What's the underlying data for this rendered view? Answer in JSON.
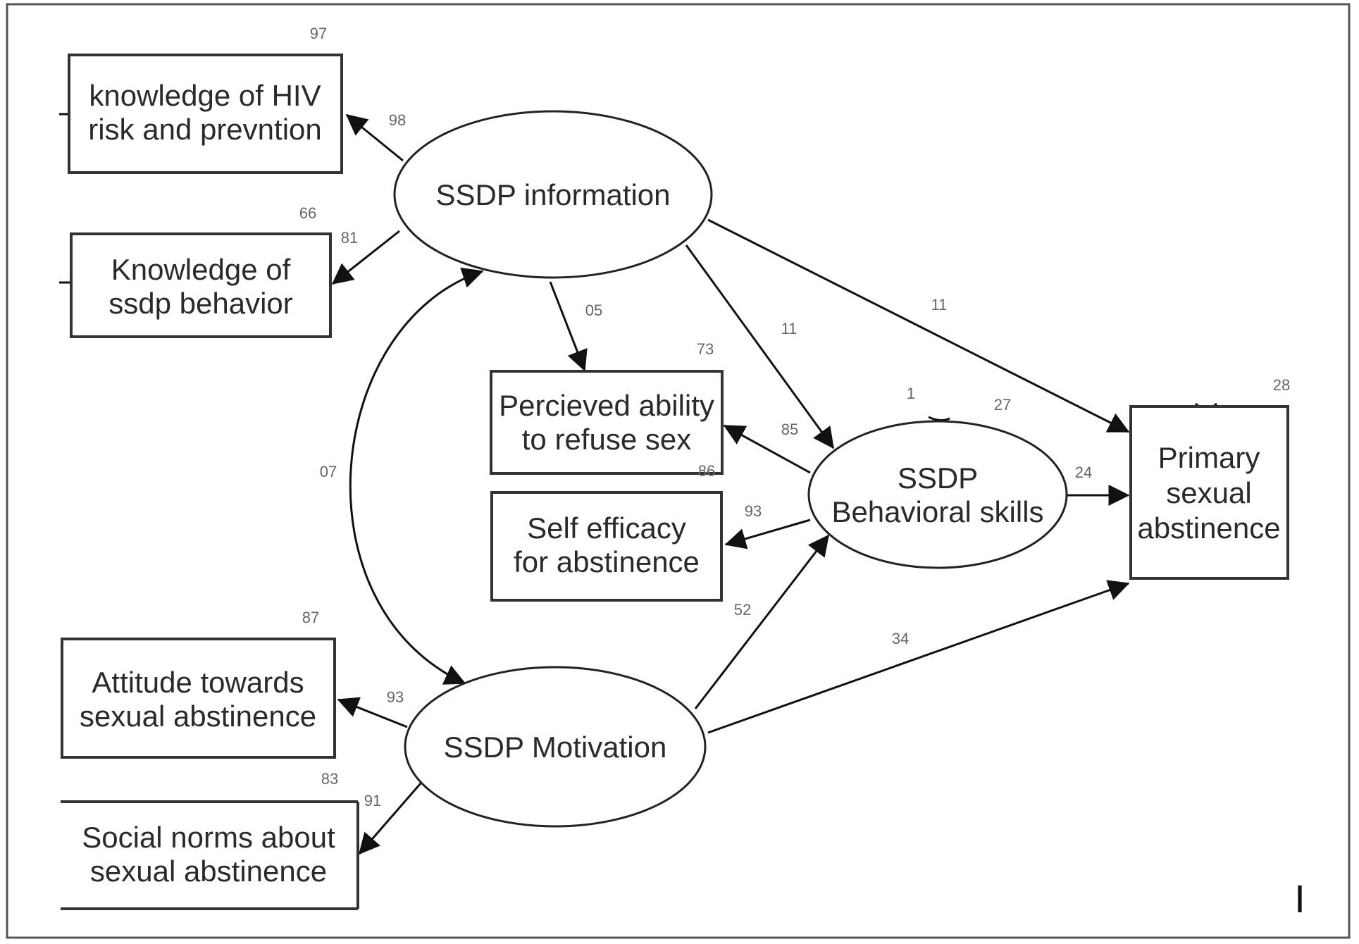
{
  "nodes": {
    "knowledge_hiv": {
      "lines": [
        "knowledge of HIV",
        "risk and prevntion"
      ],
      "error": "97"
    },
    "knowledge_ssdp": {
      "lines": [
        "Knowledge of",
        "ssdp behavior"
      ],
      "error": "66"
    },
    "ssdp_information": {
      "lines": [
        "SSDP information"
      ]
    },
    "perceived_ability": {
      "lines": [
        "Percieved ability",
        "to refuse sex"
      ],
      "error": "73"
    },
    "self_efficacy": {
      "lines": [
        "Self efficacy",
        "for abstinence"
      ],
      "error": "86"
    },
    "behavioral_skills": {
      "lines": [
        "SSDP",
        "Behavioral skills"
      ],
      "error": "27",
      "disturbance_mark": "1"
    },
    "primary_abstinence": {
      "lines": [
        "Primary",
        "sexual",
        "abstinence"
      ],
      "error": "28"
    },
    "attitude": {
      "lines": [
        "Attitude towards",
        "sexual abstinence"
      ],
      "error": "87"
    },
    "social_norms": {
      "lines": [
        "Social norms about",
        "sexual abstinence"
      ],
      "error": "83"
    },
    "ssdp_motivation": {
      "lines": [
        "SSDP Motivation"
      ]
    }
  },
  "paths": {
    "info_to_knowledge_hiv": "98",
    "info_to_knowledge_ssdp": "81",
    "info_to_perceived": "05",
    "info_to_skills": "11",
    "info_to_abstinence": "11",
    "info_motivation_covariance": "07",
    "skills_to_perceived": "85",
    "skills_to_self_efficacy": "93",
    "skills_to_abstinence": "24",
    "motivation_to_skills": "52",
    "motivation_to_abstinence": "34",
    "motivation_to_attitude": "93",
    "motivation_to_social_norms": "91"
  },
  "corner_mark": "I"
}
